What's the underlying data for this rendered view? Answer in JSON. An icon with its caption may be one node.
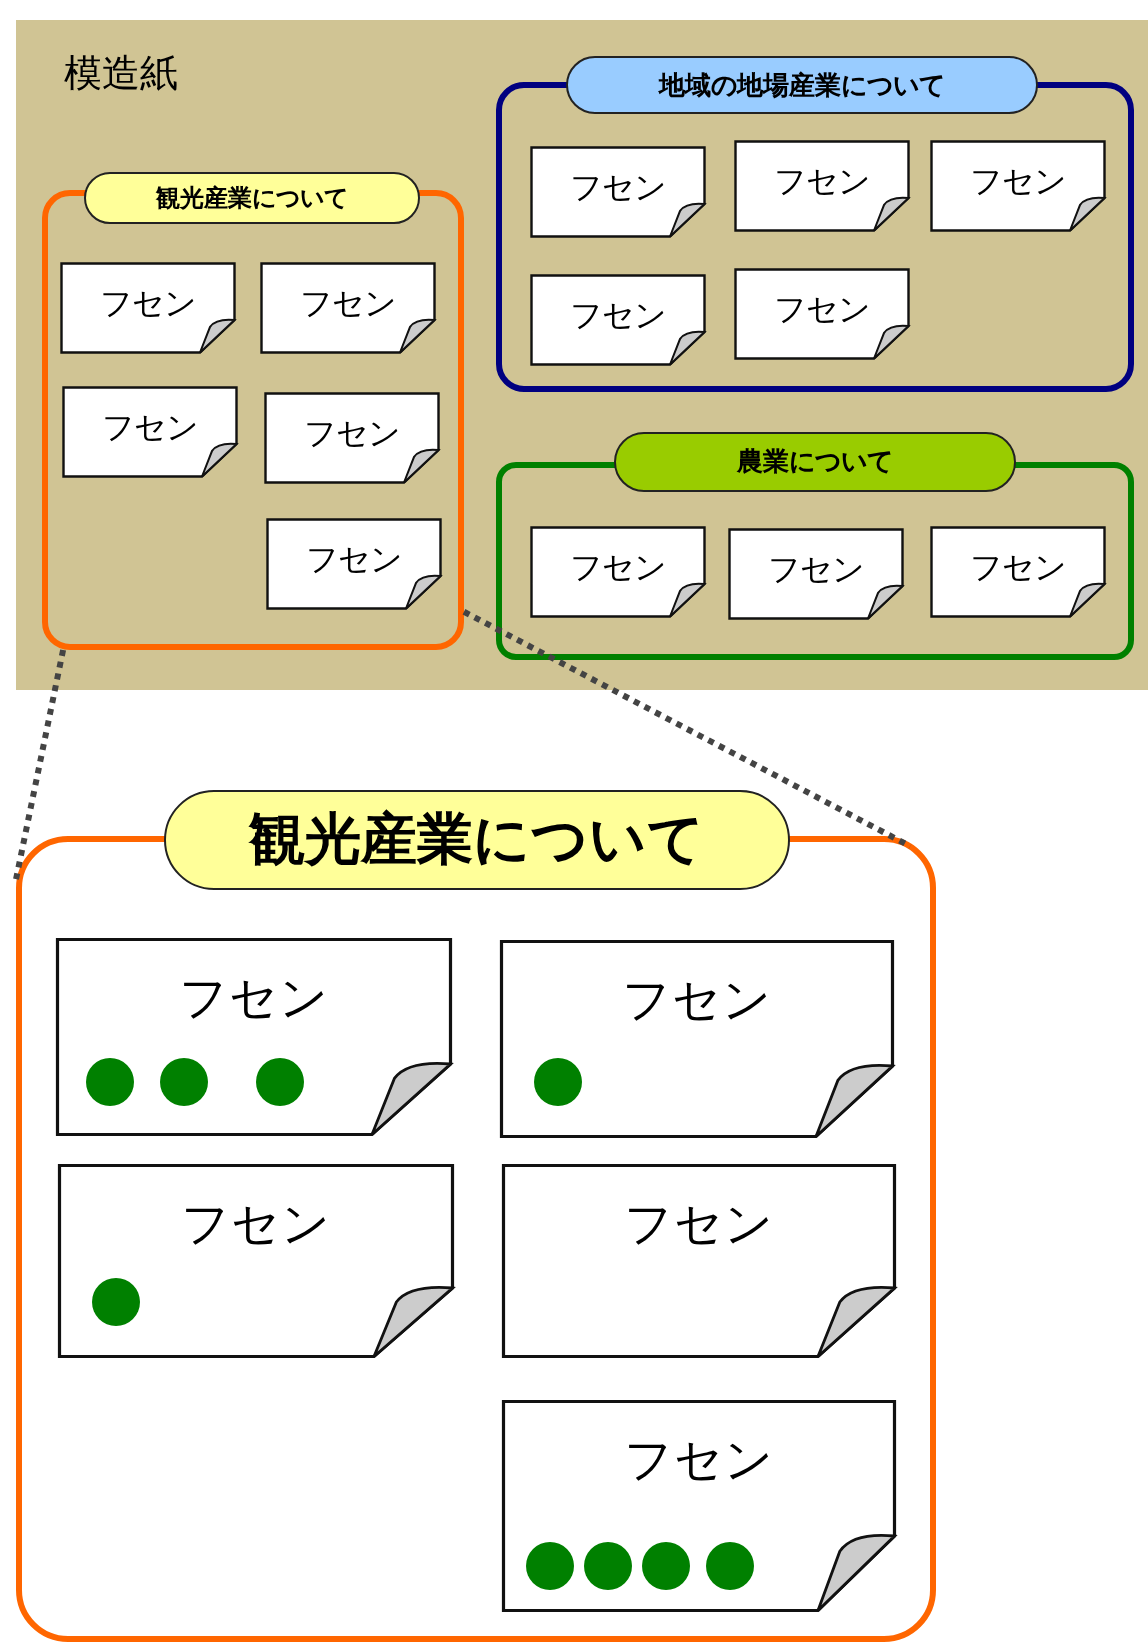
{
  "diagram": {
    "nodes": [
      {
        "text": [
          "模造紙"
        ]
      },
      {
        "text": [
          "観光産業について"
        ],
        "in": 0
      },
      {
        "text": [
          "フセン"
        ],
        "in": 1
      },
      {
        "text": [
          "フセン"
        ],
        "in": 1
      },
      {
        "text": [
          "フセン"
        ],
        "in": 1
      },
      {
        "text": [
          "フセン"
        ],
        "in": 1
      },
      {
        "text": [
          "フセン"
        ],
        "in": 1
      },
      {
        "text": [
          "地域の地場産業について"
        ],
        "in": 0
      },
      {
        "text": [
          "フセン"
        ],
        "in": 7
      },
      {
        "text": [
          "フセン"
        ],
        "in": 7
      },
      {
        "text": [
          "フセン"
        ],
        "in": 7
      },
      {
        "text": [
          "フセン"
        ],
        "in": 7
      },
      {
        "text": [
          "フセン"
        ],
        "in": 7
      },
      {
        "text": [
          "農業について"
        ],
        "in": 0
      },
      {
        "text": [
          "フセン"
        ],
        "in": 13
      },
      {
        "text": [
          "フセン"
        ],
        "in": 13
      },
      {
        "text": [
          "フセン"
        ],
        "in": 13
      },
      {
        "text": [
          "観光産業について"
        ]
      },
      {
        "text": [
          "フセン"
        ],
        "in": 17
      },
      {
        "text": [],
        "shape": "circle",
        "in": 18
      },
      {
        "text": [],
        "shape": "circle",
        "in": 18
      },
      {
        "text": [],
        "shape": "circle",
        "in": 18
      },
      {
        "text": [
          "フセン"
        ],
        "in": 17
      },
      {
        "text": [],
        "shape": "circle",
        "in": 22
      },
      {
        "text": [
          "フセン"
        ],
        "in": 17
      },
      {
        "text": [],
        "shape": "circle",
        "in": 24
      },
      {
        "text": [
          "フセン"
        ],
        "in": 17
      },
      {
        "text": [
          "フセン"
        ],
        "in": 17
      },
      {
        "text": [],
        "shape": "circle",
        "in": 27
      },
      {
        "text": [],
        "shape": "circle",
        "in": 27
      },
      {
        "text": [],
        "shape": "circle",
        "in": 27
      },
      {
        "text": [],
        "shape": "circle",
        "in": 27
      }
    ],
    "edges": [
      {
        "from": 1,
        "to": 17,
        "arrow": "none",
        "style": "dashed"
      },
      {
        "from": 1,
        "to": 17,
        "arrow": "none",
        "style": "dashed"
      }
    ]
  }
}
